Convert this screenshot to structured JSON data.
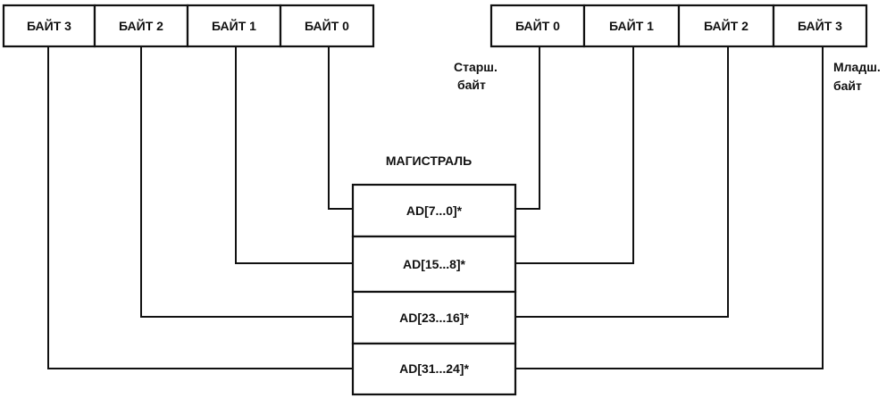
{
  "left_register": {
    "bytes": [
      "БАЙТ 3",
      "БАЙТ 2",
      "БАЙТ 1",
      "БАЙТ 0"
    ]
  },
  "right_register": {
    "bytes": [
      "БАЙТ 0",
      "БАЙТ 1",
      "БАЙТ 2",
      "БАЙТ 3"
    ],
    "msb_note": [
      "Старш.",
      "байт"
    ],
    "lsb_note": [
      "Младш.",
      "байт"
    ]
  },
  "bus": {
    "title": "МАГИСТРАЛЬ",
    "lines": [
      "AD[7...0]*",
      "AD[15...8]*",
      "AD[23...16]*",
      "AD[31...24]*"
    ]
  },
  "colors": {
    "ink": "#111111",
    "paper": "#ffffff"
  }
}
